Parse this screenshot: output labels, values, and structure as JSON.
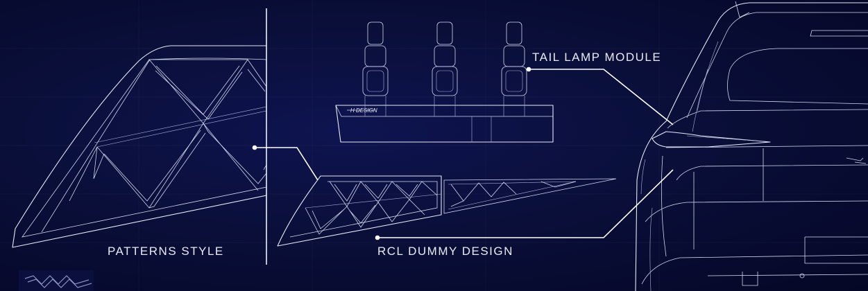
{
  "labels": {
    "patterns_style": "PATTERNS STYLE",
    "rcl_dummy_design": "RCL DUMMY DESIGN",
    "tail_lamp_module": "TAIL LAMP MODULE"
  },
  "colors": {
    "background": "#0a0f3a",
    "line": "#e6e9f7"
  },
  "icons": [
    "logo-mark-icon"
  ]
}
